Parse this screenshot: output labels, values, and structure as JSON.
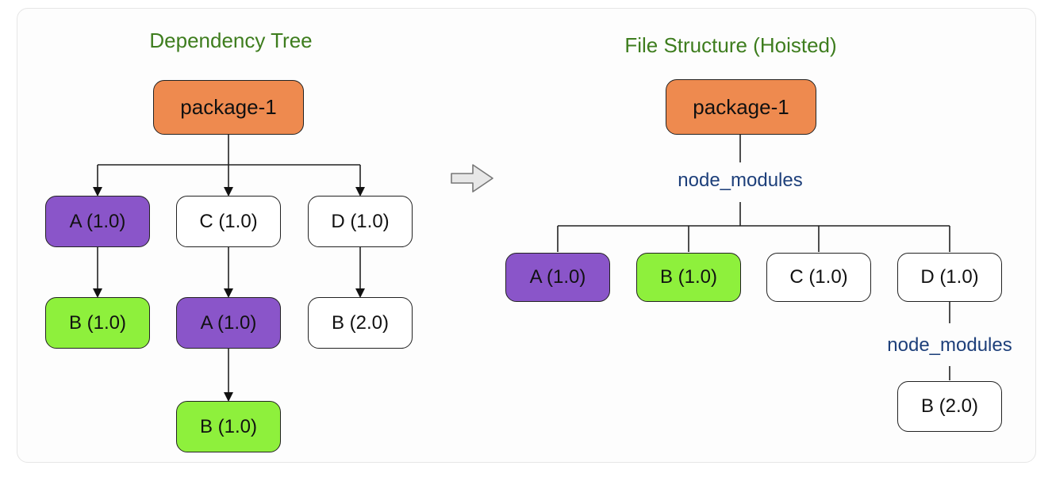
{
  "left": {
    "title": "Dependency Tree",
    "root": "package-1",
    "nodes": [
      "A (1.0)",
      "C (1.0)",
      "D (1.0)",
      "B (1.0)",
      "A (1.0)",
      "B (2.0)",
      "B (1.0)"
    ]
  },
  "right": {
    "title": "File Structure (Hoisted)",
    "root": "package-1",
    "node_modules_label": "node_modules",
    "nodes": [
      "A (1.0)",
      "B (1.0)",
      "C (1.0)",
      "D (1.0)"
    ],
    "nested_node_modules_label": "node_modules",
    "nested_nodes": [
      "B (2.0)"
    ]
  },
  "colors": {
    "root": "#ee8a4f",
    "A": "#8a55c9",
    "B_1_0": "#8ef03c",
    "other": "#ffffff",
    "title": "#3e7d1e",
    "node_modules": "#1d3f7a"
  },
  "icons": {
    "transform_arrow": "right-arrow-icon"
  }
}
